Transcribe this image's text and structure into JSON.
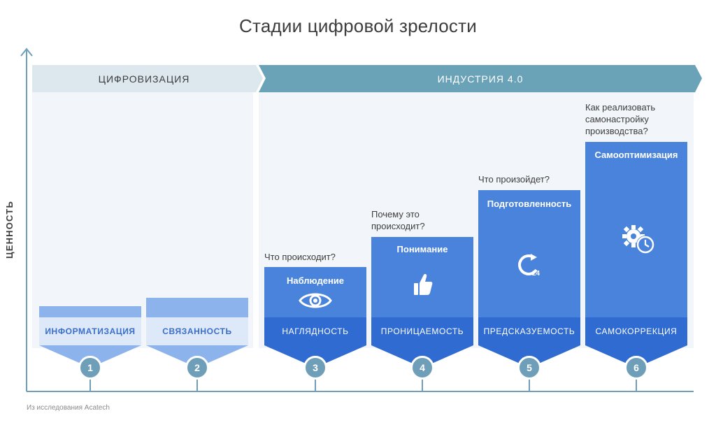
{
  "title": "Стадии цифровой зрелости",
  "y_axis_label": "ЦЕННОСТЬ",
  "banners": {
    "left": "ЦИФРОВИЗАЦИЯ",
    "right": "ИНДУСТРИЯ 4.0"
  },
  "stages": [
    {
      "number": "1",
      "label": "ИНФОРМАТИЗАЦИЯ"
    },
    {
      "number": "2",
      "label": "СВЯЗАННОСТЬ"
    },
    {
      "number": "3",
      "label": "НАГЛЯДНОСТЬ",
      "bar_title": "Наблюдение",
      "question": "Что происходит?",
      "icon": "eye-icon"
    },
    {
      "number": "4",
      "label": "ПРОНИЦАЕМОСТЬ",
      "bar_title": "Понимание",
      "question": "Почему это\nпроисходит?",
      "icon": "thumbs-up-icon"
    },
    {
      "number": "5",
      "label": "ПРЕДСКАЗУЕМОСТЬ",
      "bar_title": "Подготовленность",
      "question": "Что произойдет?",
      "icon": "refresh-24-icon"
    },
    {
      "number": "6",
      "label": "САМОКОРРЕКЦИЯ",
      "bar_title": "Самооптимизация",
      "question": "Как реализовать\nсамонастройку\nпроизводства?",
      "icon": "gear-clock-icon"
    }
  ],
  "source": "Из исследования Acatech",
  "colors": {
    "bar": "#4a83dc",
    "bar_dark_band": "#2f6bd0",
    "light_bar": "#8cb3ec",
    "light_band": "#dde8f8",
    "banner_left": "#dce7ee",
    "banner_right": "#6aa3b8",
    "axis": "#6f9fb8",
    "circle": "#6f9fb8"
  }
}
